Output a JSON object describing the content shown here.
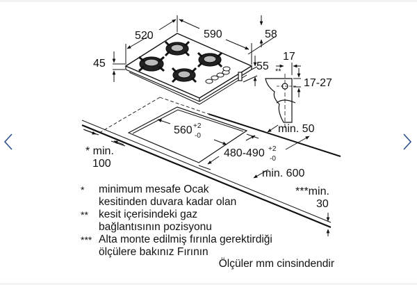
{
  "viewer": {
    "prev_icon": "chevron-left-icon",
    "next_icon": "chevron-right-icon",
    "accent_color": "#2b4f8c"
  },
  "drawing": {
    "dimensions": {
      "hob_depth": "520",
      "hob_width": "590",
      "top_offset": "58",
      "hob_height": "45",
      "gas_offset": "55",
      "bracket_width": "17",
      "bracket_gas_mark": "**",
      "worktop_thickness": "17-27",
      "cutout_width_base": "560",
      "cutout_width_tol_plus": "+2",
      "cutout_width_tol_minus": "-0",
      "cutout_depth_base": "480-490",
      "cutout_depth_tol_plus": "+2",
      "cutout_depth_tol_minus": "-0",
      "min_back": "min. 50",
      "min_side_line1": "* min.",
      "min_side_line2": "100",
      "min_depth": "min. 600",
      "min_front_line1": "***min.",
      "min_front_line2": "30"
    },
    "notes": [
      {
        "mark": "*",
        "text": "minimum mesafe Ocak kesitinden duvara kadar olan"
      },
      {
        "mark": "**",
        "text": "kesit içerisindeki gaz bağlantısının pozisyonu"
      },
      {
        "mark": "***",
        "text": "Alta monte edilmiş fırınla gerektirdiği ölçülere bakınız Fırının"
      }
    ],
    "units_note": "Ölçüler mm cinsindendir"
  }
}
